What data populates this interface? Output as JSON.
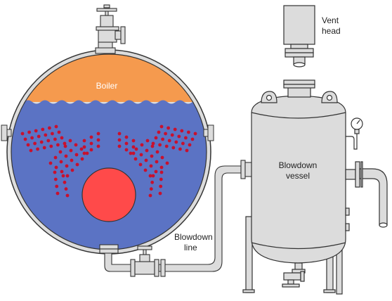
{
  "labels": {
    "boiler": "Boiler",
    "vent_head_1": "Vent",
    "vent_head_2": "head",
    "blowdown_vessel_1": "Blowdown",
    "blowdown_vessel_2": "vessel",
    "blowdown_line_1": "Blowdown",
    "blowdown_line_2": "line"
  },
  "colors": {
    "steam": "#F59A4E",
    "water": "#5B73C4",
    "furnace": "#FF4A4A",
    "tubes": "#C8102E",
    "vessel": "#DCDCDC",
    "outline": "#333333"
  }
}
